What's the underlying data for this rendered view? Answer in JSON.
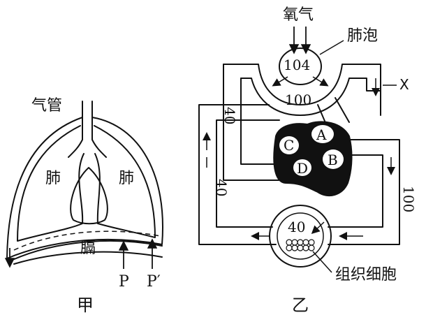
{
  "figure_a": {
    "caption": "甲",
    "trachea_label": "气管",
    "lung_left_label": "肺",
    "lung_right_label": "肺",
    "diaphragm_label": "膈",
    "point_p": "P",
    "point_p_prime": "P′"
  },
  "figure_b": {
    "caption": "乙",
    "oxygen_label": "氧气",
    "alveolus_label": "肺泡",
    "x_label": "X",
    "alveolus_value": "104",
    "capillary_value": "100",
    "left_vessel_value": "40",
    "vein_value": "40",
    "artery_value": "100",
    "tissue_value": "40",
    "tissue_cell_label": "组织细胞",
    "chamber_a": "A",
    "chamber_b": "B",
    "chamber_c": "C",
    "chamber_d": "D"
  }
}
